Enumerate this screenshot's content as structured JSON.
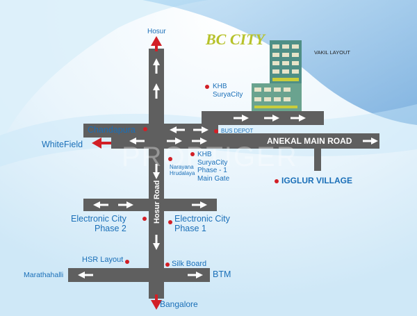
{
  "project": {
    "name": "BC CITY"
  },
  "colors": {
    "road": "#5f5f5f",
    "pin": "#d21f26",
    "label": "#1a6fb8",
    "project_title": "#b7c22a",
    "swoosh": "#3f8fd4"
  },
  "roads": {
    "anekal": "ANEKAL MAIN ROAD",
    "hosur": "Hosur Road"
  },
  "places": {
    "hosur": "Hosur",
    "bangalore": "Bangalore",
    "whitefield": "WhiteField",
    "chandapura": "Chandapura",
    "vakil": "VAKIL LAYOUT",
    "khb_surya": "KHB\nSuryaCity",
    "bus_depot": "BUS DEPOT",
    "khb_phase1": "KHB\nSuryaCity\nPhase - 1\nMain Gate",
    "narayana": "Narayana\nHrudalaya",
    "igglur": "IGGLUR VILLAGE",
    "ec_phase2": "Electronic City\nPhase 2",
    "ec_phase1": "Electronic City\nPhase 1",
    "hsr": "HSR Layout",
    "silk_board": "Silk Board",
    "marathahalli": "Marathahalli",
    "btm": "BTM"
  },
  "watermark": "PROPTIGER"
}
